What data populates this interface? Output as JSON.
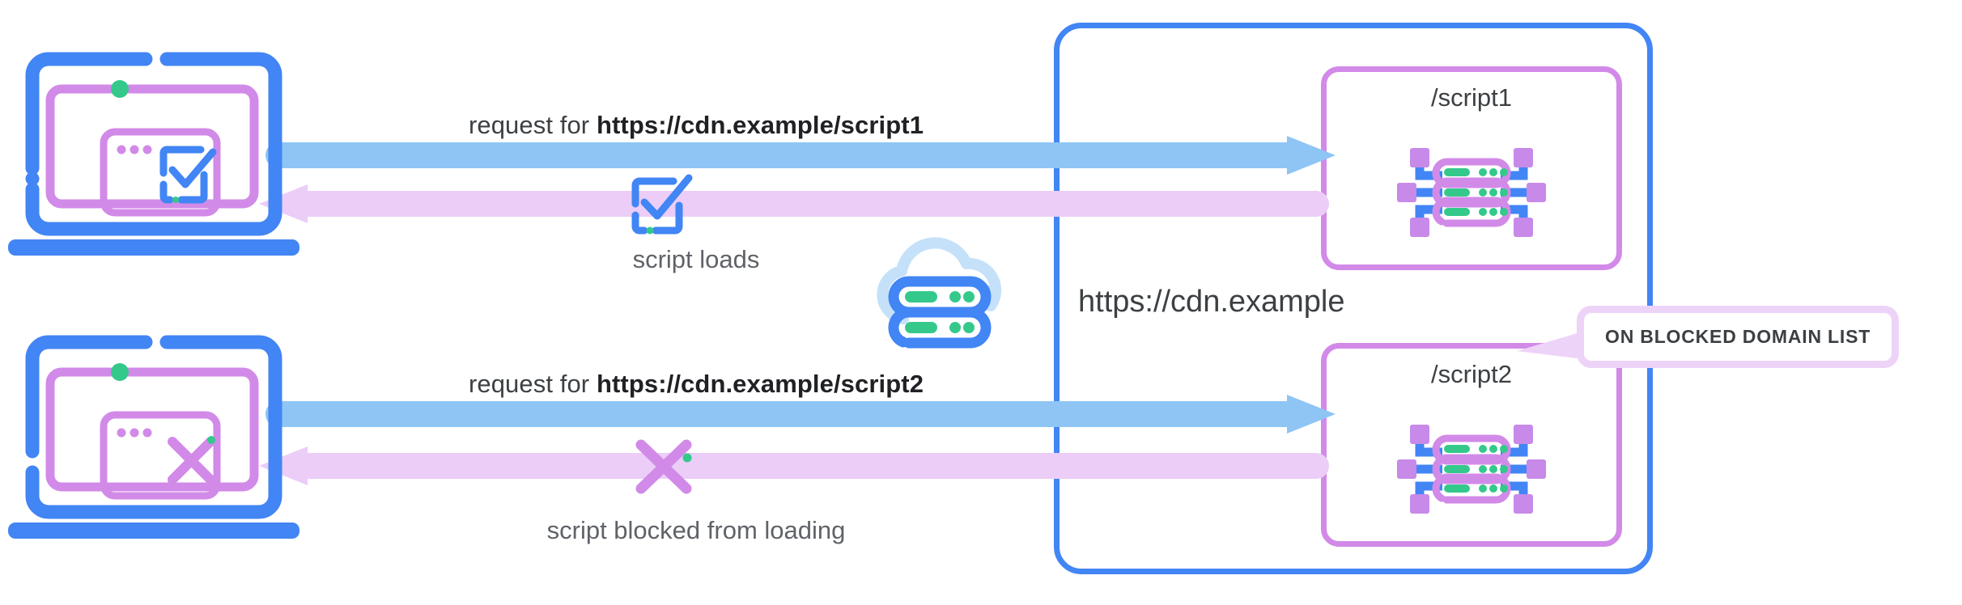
{
  "diagram": {
    "title_hidden": "CDN script blocking diagram",
    "colors": {
      "blue": "#4285f4",
      "light_blue_arrow": "#8ec5f5",
      "purple": "#d28ae8",
      "light_purple_arrow": "#ebcdf7",
      "callout_border": "#eed3f8",
      "green": "#34c98b",
      "cloud": "#c5e1f9",
      "text": "#3c4043"
    }
  },
  "rows": [
    {
      "id": "allowed",
      "request_prefix": "request for ",
      "request_url": "https://cdn.example/script1",
      "caption": "script loads",
      "status_icon": "check-icon",
      "laptop_icon": "laptop-with-check-window",
      "resource": "/script1"
    },
    {
      "id": "blocked",
      "request_prefix": "request for ",
      "request_url": "https://cdn.example/script2",
      "caption": "script blocked from loading",
      "status_icon": "cross-icon",
      "laptop_icon": "laptop-with-cross-window",
      "resource": "/script2"
    }
  ],
  "cdn": {
    "label": "https://cdn.example",
    "cloud_icon": "cloud-server-icon",
    "resources": [
      "/script1",
      "/script2"
    ]
  },
  "callout": {
    "text": "ON BLOCKED DOMAIN LIST",
    "points_to": "/script2"
  }
}
